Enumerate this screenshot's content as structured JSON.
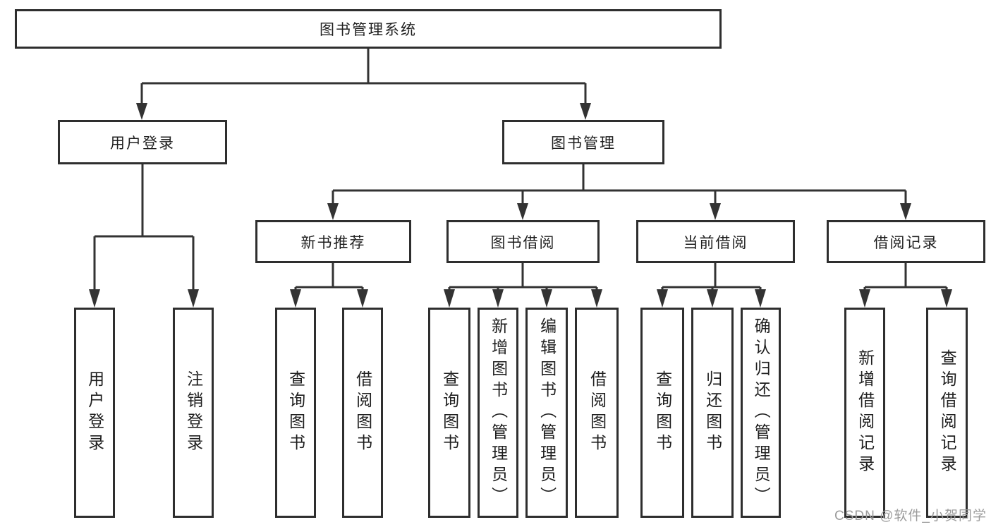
{
  "tree": {
    "root": {
      "label": "图书管理系统"
    },
    "branches": [
      {
        "label": "用户登录",
        "leaves": [
          "用户登录",
          "注销登录"
        ]
      },
      {
        "label": "图书管理",
        "children": [
          {
            "label": "新书推荐",
            "leaves": [
              "查询图书",
              "借阅图书"
            ]
          },
          {
            "label": "图书借阅",
            "leaves": [
              "查询图书",
              "新增图书（管理员）",
              "编辑图书（管理员）",
              "借阅图书"
            ]
          },
          {
            "label": "当前借阅",
            "leaves": [
              "查询图书",
              "归还图书",
              "确认归还（管理员）"
            ]
          },
          {
            "label": "借阅记录",
            "leaves": [
              "新增借阅记录",
              "查询借阅记录"
            ]
          }
        ]
      }
    ]
  },
  "watermark": {
    "text": "CSDN @软件_小贺同学",
    "color": "#9c9c9c"
  },
  "style": {
    "background": "#ffffff",
    "box_border_color": "#2e2e2e",
    "line_color": "#333333",
    "text_color": "#1f1f1f"
  }
}
